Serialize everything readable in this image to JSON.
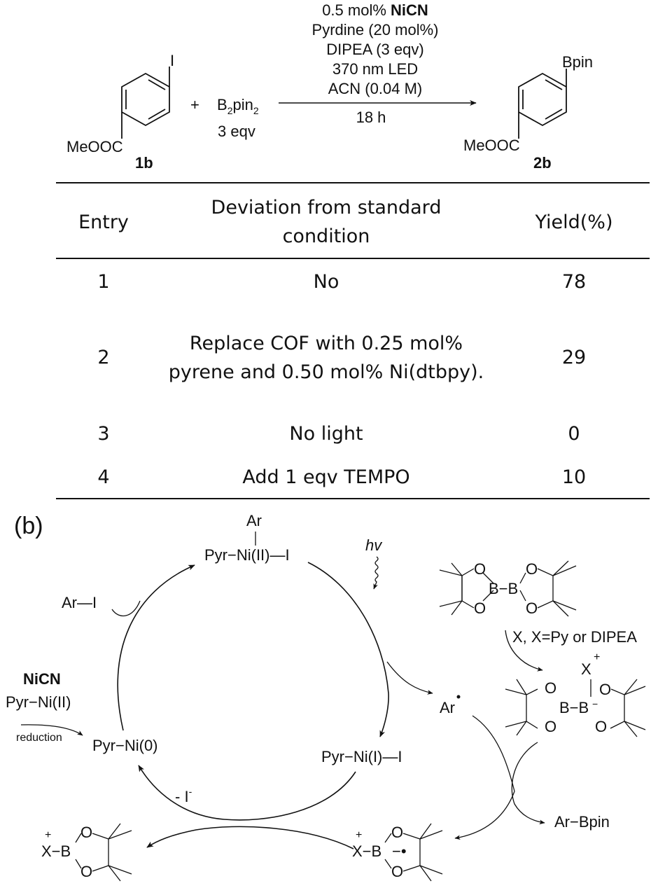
{
  "scheme": {
    "reactant": {
      "substituent_top": "I",
      "substituent_bottom": "MeOOC",
      "compound_label": "1b"
    },
    "reagent": {
      "formula_main": "B",
      "formula_sub1": "2",
      "formula_mid": "pin",
      "formula_sub2": "2",
      "amount": "3 eqv",
      "plus": "+"
    },
    "conditions": {
      "catalyst_amount": "0.5 mol%",
      "catalyst_name": "NiCN",
      "line2": "Pyrdine (20 mol%)",
      "line3": "DIPEA (3 eqv)",
      "line4": "370 nm LED",
      "line5": "ACN (0.04 M)",
      "time": "18 h"
    },
    "product": {
      "substituent_top": "Bpin",
      "substituent_bottom": "MeOOC",
      "compound_label": "2b"
    }
  },
  "table": {
    "headers": {
      "entry": "Entry",
      "deviation_line1": "Deviation from standard",
      "deviation_line2": "condition",
      "yield": "Yield(%)"
    },
    "rows": [
      {
        "entry": "1",
        "deviation_line1": "No",
        "deviation_line2": "",
        "yield": "78"
      },
      {
        "entry": "2",
        "deviation_line1": "Replace COF with 0.25 mol%",
        "deviation_line2": "pyrene and 0.50 mol% Ni(dtbpy).",
        "yield": "29"
      },
      {
        "entry": "3",
        "deviation_line1": "No light",
        "deviation_line2": "",
        "yield": "0"
      },
      {
        "entry": "4",
        "deviation_line1": "Add 1 eqv TEMPO",
        "deviation_line2": "",
        "yield": "10"
      }
    ]
  },
  "mechanism": {
    "panel_label": "(b)",
    "top_complex": {
      "ar": "Ar",
      "complex": "Pyr−Ni(II)—I"
    },
    "hv": "hv",
    "ar_i": "Ar—I",
    "catalyst_name": "NiCN",
    "precatalyst": "Pyr−Ni(II)",
    "reduction": "reduction",
    "ni0": "Pyr−Ni(0)",
    "ni1": "Pyr−Ni(I)—I",
    "ar_radical": "Ar",
    "iodide_loss": "- I",
    "iodide_sup": "-",
    "activator": "X, X=Py or DIPEA",
    "product": "Ar−Bpin",
    "b2pin2_center": "B−B",
    "oxygen": "O",
    "ate_charge_x": "+",
    "ate_x": "X",
    "ate_center": "B−B",
    "ate_minus": "−",
    "radical_x": "X−B",
    "radical_dot": "−•",
    "boryl_x": "X−B",
    "plus_charge": "+"
  }
}
